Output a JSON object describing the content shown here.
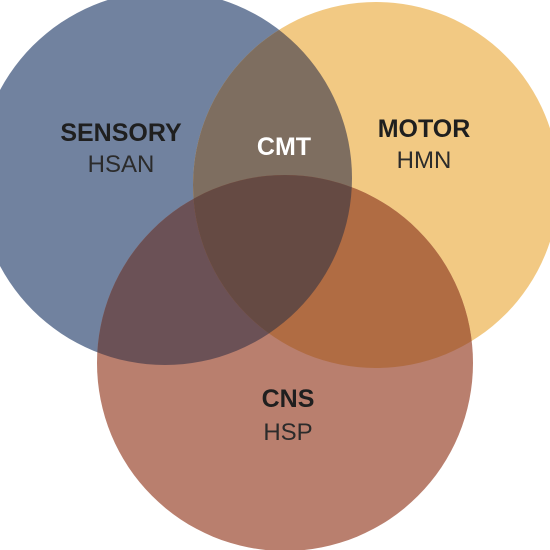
{
  "diagram": {
    "sets": {
      "sensory": {
        "title": "SENSORY",
        "subtitle": "HSAN",
        "color": "#71829f"
      },
      "motor": {
        "title": "MOTOR",
        "subtitle": "HMN",
        "color": "#f2c983"
      },
      "cns": {
        "title": "CNS",
        "subtitle": "HSP",
        "color": "#b97f6e"
      }
    },
    "intersection": {
      "label": "CMT",
      "color": "#7e6e60"
    },
    "overlap_colors": {
      "sensory_motor": "#7e6e60",
      "sensory_cns": "#6b5156",
      "motor_cns": "#b06c43",
      "all": "#654a43"
    }
  }
}
